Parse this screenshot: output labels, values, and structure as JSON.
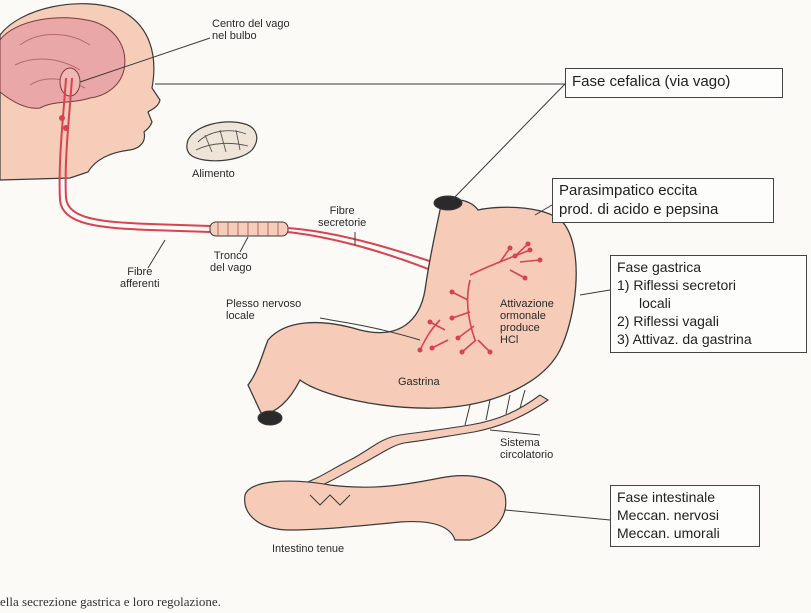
{
  "labels": {
    "centro_vago": [
      "Centro del vago",
      "nel bulbo"
    ],
    "alimento": "Alimento",
    "fibre_secretorie": [
      "Fibre",
      "secretorie"
    ],
    "tronco_vago": [
      "Tronco",
      "del vago"
    ],
    "fibre_afferenti": [
      "Fibre",
      "afferenti"
    ],
    "plesso_nervoso": [
      "Plesso nervoso",
      "locale"
    ],
    "attivazione": [
      "Attivazione",
      "ormonale",
      "produce",
      "HCl"
    ],
    "gastrina": "Gastrina",
    "sistema_circolatorio": [
      "Sistema",
      "circolatorio"
    ],
    "intestino_tenue": "Intestino tenue"
  },
  "boxes": {
    "fase_cefalica": "Fase cefalica (via vago)",
    "parasimpatico": [
      "Parasimpatico eccita",
      "prod. di acido e pepsina"
    ],
    "fase_gastrica": [
      "Fase gastrica",
      "1) Riflessi secretori",
      "locali",
      "2)  Riflessi vagali",
      "3)  Attivaz. da gastrina"
    ],
    "fase_intestinale": [
      "Fase intestinale",
      "Meccan. nervosi",
      "Meccan. umorali"
    ]
  },
  "caption": "ella secrezione gastrica e loro regolazione.",
  "colors": {
    "skin": "#f6cdb9",
    "brain": "#e9a7a8",
    "organ": "#f6cbb7",
    "nerve": "#d9434f",
    "outline": "#3a3a3a"
  }
}
